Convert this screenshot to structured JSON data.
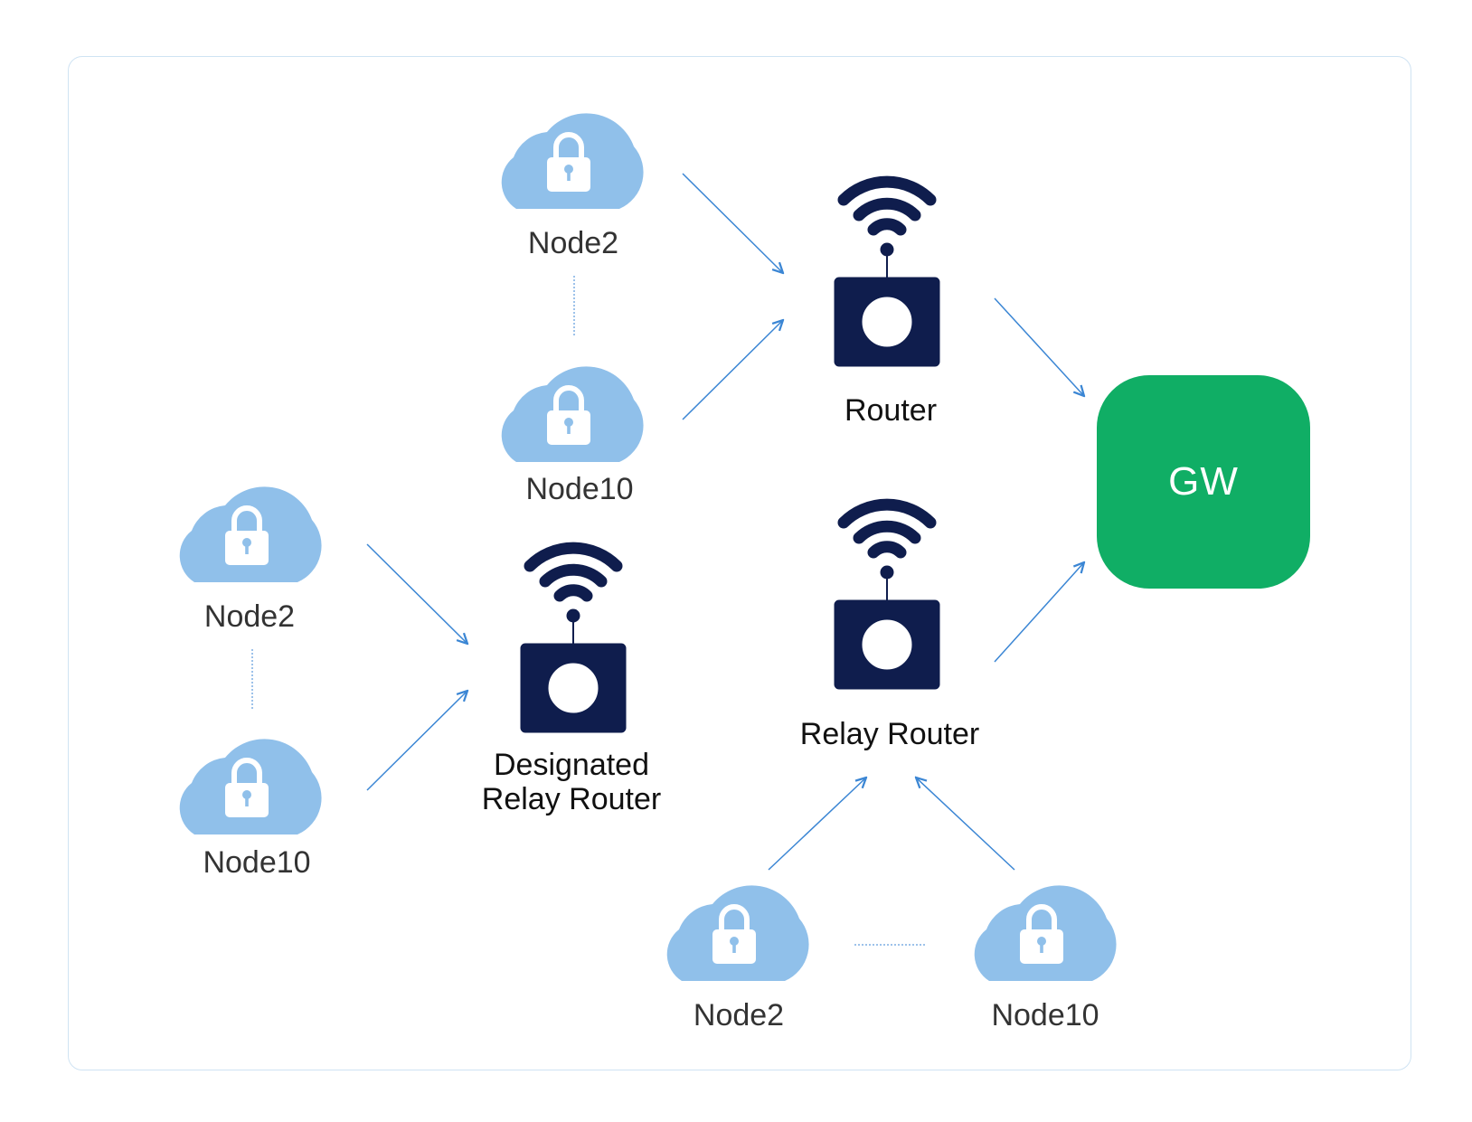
{
  "colors": {
    "cloud": "#90c0ea",
    "router": "#0f1d4d",
    "arrow": "#3b86d4",
    "gateway": "#10ae65",
    "frame_border": "#cfe3f3"
  },
  "icons": {
    "node": "locked-cloud-icon",
    "router": "wifi-router-icon"
  },
  "nodes": {
    "top_a": "Node2",
    "top_b": "Node10",
    "left_a": "Node2",
    "left_b": "Node10",
    "bottom_a": "Node2",
    "bottom_b": "Node10"
  },
  "routers": {
    "router": "Router",
    "relay_router": "Relay Router",
    "designated_line1": "Designated",
    "designated_line2": "Relay Router"
  },
  "gateway": {
    "label": "GW"
  }
}
